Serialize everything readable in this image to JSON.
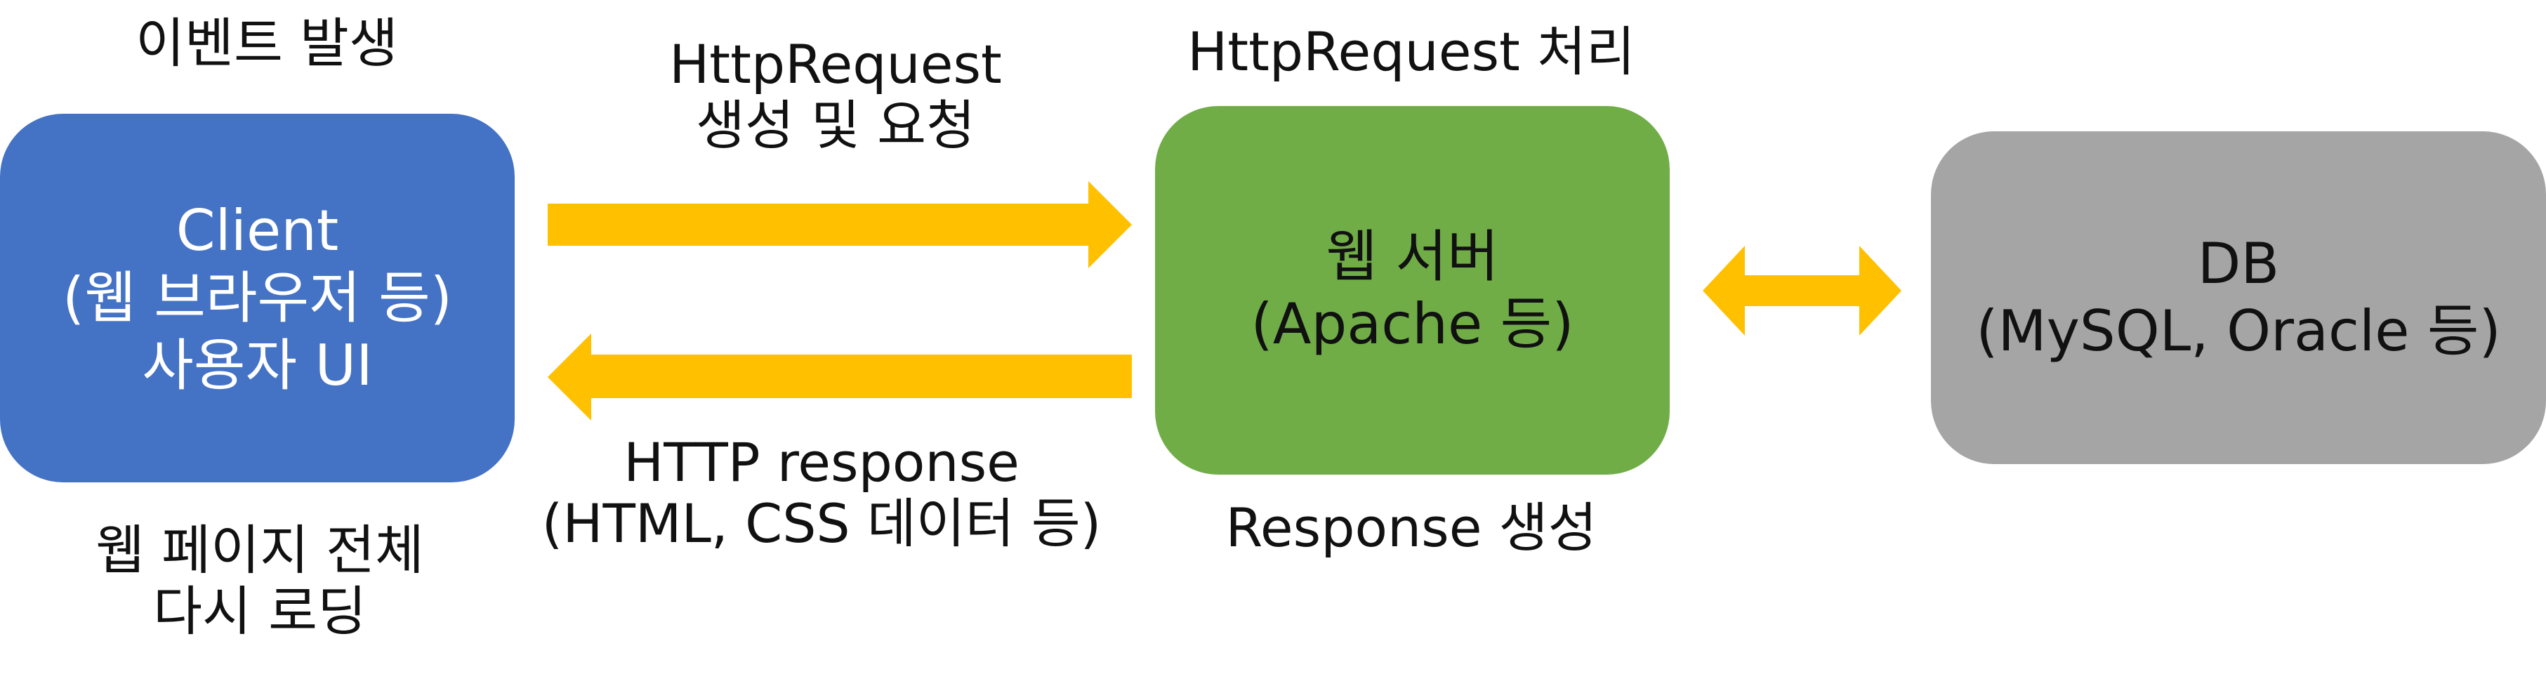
{
  "colors": {
    "client_box": "#4472C4",
    "web_box": "#70AD47",
    "db_box": "#A5A5A5",
    "arrow": "#FFC000",
    "client_text": "#FFFFFF",
    "dark_text": "#111111"
  },
  "client": {
    "event_label": "이벤트 발생",
    "title": "Client",
    "subtitle": "(웹 브라우저 등)",
    "detail": "사용자 UI",
    "reload_line1": "웹 페이지 전체",
    "reload_line2": "다시 로딩"
  },
  "request": {
    "line1": "HttpRequest",
    "line2": "생성 및 요청"
  },
  "response": {
    "line1": "HTTP response",
    "line2": "(HTML, CSS 데이터 등)"
  },
  "web_server": {
    "process_label": "HttpRequest 처리",
    "title": "웹 서버",
    "subtitle": "(Apache 등)",
    "response_label": "Response 생성"
  },
  "db": {
    "title": "DB",
    "subtitle": "(MySQL, Oracle 등)"
  }
}
